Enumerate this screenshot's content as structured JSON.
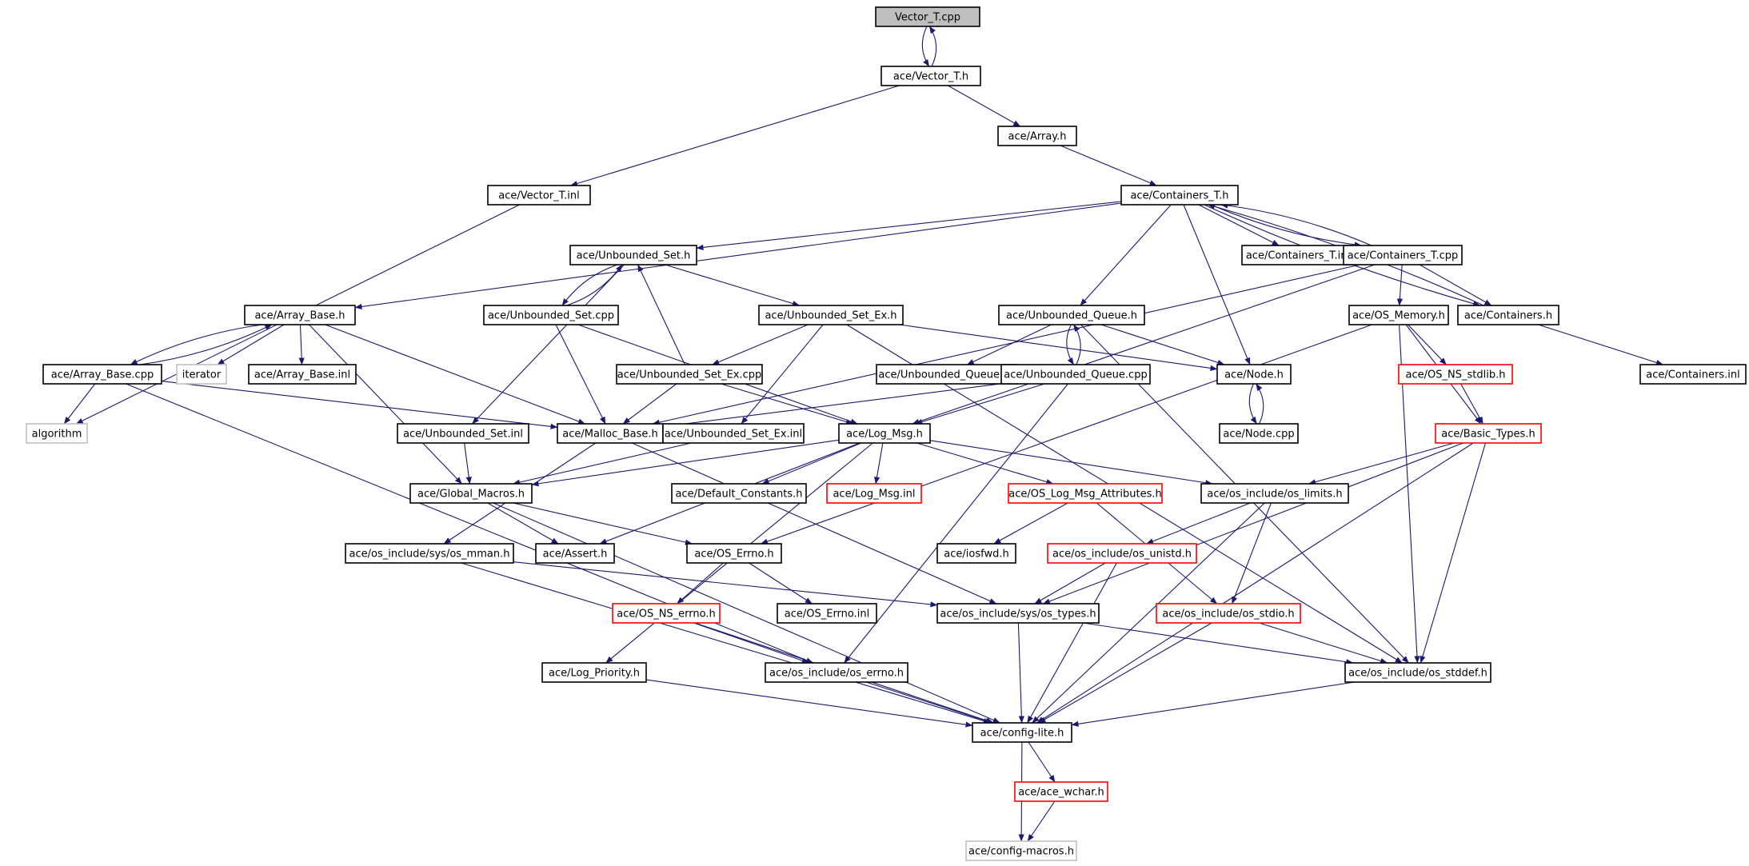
{
  "colors": {
    "edge": "#191970",
    "normal_border": "#000000",
    "missing_border": "#bfbfbf",
    "missing_text": "#808080",
    "truncated_border": "#ff0000",
    "root_fill": "#bfbfbf",
    "fill": "#ffffff"
  },
  "diagram": {
    "nodes": [
      {
        "id": "vector_t_cpp",
        "label": "Vector_T.cpp",
        "style": "root"
      },
      {
        "id": "vector_t_h",
        "label": "ace/Vector_T.h",
        "style": "normal"
      },
      {
        "id": "array_h",
        "label": "ace/Array.h",
        "style": "normal"
      },
      {
        "id": "vector_t_inl",
        "label": "ace/Vector_T.inl",
        "style": "normal"
      },
      {
        "id": "containers_t_h",
        "label": "ace/Containers_T.h",
        "style": "normal"
      },
      {
        "id": "unbounded_set_h",
        "label": "ace/Unbounded_Set.h",
        "style": "normal"
      },
      {
        "id": "containers_t_inl",
        "label": "ace/Containers_T.inl",
        "style": "normal"
      },
      {
        "id": "containers_t_cpp",
        "label": "ace/Containers_T.cpp",
        "style": "normal"
      },
      {
        "id": "array_base_h",
        "label": "ace/Array_Base.h",
        "style": "normal"
      },
      {
        "id": "unbounded_set_cpp",
        "label": "ace/Unbounded_Set.cpp",
        "style": "normal"
      },
      {
        "id": "unbounded_set_ex_h",
        "label": "ace/Unbounded_Set_Ex.h",
        "style": "normal"
      },
      {
        "id": "unbounded_queue_h",
        "label": "ace/Unbounded_Queue.h",
        "style": "normal"
      },
      {
        "id": "os_memory_h",
        "label": "ace/OS_Memory.h",
        "style": "normal"
      },
      {
        "id": "containers_h",
        "label": "ace/Containers.h",
        "style": "normal"
      },
      {
        "id": "array_base_cpp",
        "label": "ace/Array_Base.cpp",
        "style": "normal"
      },
      {
        "id": "iterator",
        "label": "iterator",
        "style": "missing"
      },
      {
        "id": "array_base_inl",
        "label": "ace/Array_Base.inl",
        "style": "normal"
      },
      {
        "id": "unbounded_set_ex_cpp",
        "label": "ace/Unbounded_Set_Ex.cpp",
        "style": "normal"
      },
      {
        "id": "unbounded_queue_inl",
        "label": "ace/Unbounded_Queue.inl",
        "style": "normal"
      },
      {
        "id": "unbounded_queue_cpp",
        "label": "ace/Unbounded_Queue.cpp",
        "style": "normal"
      },
      {
        "id": "node_h",
        "label": "ace/Node.h",
        "style": "normal"
      },
      {
        "id": "os_ns_stdlib_h",
        "label": "ace/OS_NS_stdlib.h",
        "style": "truncated"
      },
      {
        "id": "containers_inl",
        "label": "ace/Containers.inl",
        "style": "normal"
      },
      {
        "id": "algorithm",
        "label": "algorithm",
        "style": "missing"
      },
      {
        "id": "unbounded_set_inl",
        "label": "ace/Unbounded_Set.inl",
        "style": "normal"
      },
      {
        "id": "malloc_base_h",
        "label": "ace/Malloc_Base.h",
        "style": "normal"
      },
      {
        "id": "unbounded_set_ex_inl",
        "label": "ace/Unbounded_Set_Ex.inl",
        "style": "normal"
      },
      {
        "id": "log_msg_h",
        "label": "ace/Log_Msg.h",
        "style": "normal"
      },
      {
        "id": "node_cpp",
        "label": "ace/Node.cpp",
        "style": "normal"
      },
      {
        "id": "basic_types_h",
        "label": "ace/Basic_Types.h",
        "style": "truncated"
      },
      {
        "id": "global_macros_h",
        "label": "ace/Global_Macros.h",
        "style": "normal"
      },
      {
        "id": "default_constants_h",
        "label": "ace/Default_Constants.h",
        "style": "normal"
      },
      {
        "id": "log_msg_inl",
        "label": "ace/Log_Msg.inl",
        "style": "truncated"
      },
      {
        "id": "os_log_msg_attributes_h",
        "label": "ace/OS_Log_Msg_Attributes.h",
        "style": "truncated"
      },
      {
        "id": "os_limits_h",
        "label": "ace/os_include/os_limits.h",
        "style": "normal"
      },
      {
        "id": "sys_os_mman_h",
        "label": "ace/os_include/sys/os_mman.h",
        "style": "normal"
      },
      {
        "id": "assert_h",
        "label": "ace/Assert.h",
        "style": "normal"
      },
      {
        "id": "os_errno_h",
        "label": "ace/OS_Errno.h",
        "style": "normal"
      },
      {
        "id": "iosfwd_h",
        "label": "ace/iosfwd.h",
        "style": "normal"
      },
      {
        "id": "os_unistd_h",
        "label": "ace/os_include/os_unistd.h",
        "style": "truncated"
      },
      {
        "id": "os_ns_errno_h",
        "label": "ace/OS_NS_errno.h",
        "style": "truncated"
      },
      {
        "id": "os_errno_inl",
        "label": "ace/OS_Errno.inl",
        "style": "normal"
      },
      {
        "id": "sys_os_types_h",
        "label": "ace/os_include/sys/os_types.h",
        "style": "normal"
      },
      {
        "id": "os_stdio_h",
        "label": "ace/os_include/os_stdio.h",
        "style": "truncated"
      },
      {
        "id": "log_priority_h",
        "label": "ace/Log_Priority.h",
        "style": "normal"
      },
      {
        "id": "os_include_errno_h",
        "label": "ace/os_include/os_errno.h",
        "style": "normal"
      },
      {
        "id": "os_stddef_h",
        "label": "ace/os_include/os_stddef.h",
        "style": "normal"
      },
      {
        "id": "config_lite_h",
        "label": "ace/config-lite.h",
        "style": "normal"
      },
      {
        "id": "ace_wchar_h",
        "label": "ace/ace_wchar.h",
        "style": "truncated"
      },
      {
        "id": "config_macros_h",
        "label": "ace/config-macros.h",
        "style": "missing"
      }
    ],
    "edges": [
      [
        "vector_t_cpp",
        "vector_t_h"
      ],
      [
        "vector_t_h",
        "vector_t_cpp"
      ],
      [
        "vector_t_h",
        "array_h"
      ],
      [
        "vector_t_h",
        "vector_t_inl"
      ],
      [
        "array_h",
        "containers_t_h"
      ],
      [
        "vector_t_inl",
        "algorithm"
      ],
      [
        "containers_t_h",
        "unbounded_set_h"
      ],
      [
        "containers_t_h",
        "array_base_h"
      ],
      [
        "containers_t_h",
        "containers_t_inl"
      ],
      [
        "containers_t_h",
        "containers_t_cpp"
      ],
      [
        "containers_t_h",
        "unbounded_queue_h"
      ],
      [
        "containers_t_h",
        "node_h"
      ],
      [
        "containers_t_h",
        "containers_h"
      ],
      [
        "containers_t_cpp",
        "containers_t_h"
      ],
      [
        "containers_t_cpp",
        "os_memory_h"
      ],
      [
        "containers_t_cpp",
        "containers_h"
      ],
      [
        "containers_t_cpp",
        "malloc_base_h"
      ],
      [
        "containers_t_cpp",
        "log_msg_h"
      ],
      [
        "containers_h",
        "containers_t_h"
      ],
      [
        "containers_h",
        "containers_inl"
      ],
      [
        "unbounded_set_h",
        "unbounded_set_cpp"
      ],
      [
        "unbounded_set_h",
        "unbounded_set_ex_h"
      ],
      [
        "unbounded_set_h",
        "unbounded_set_inl"
      ],
      [
        "unbounded_set_cpp",
        "unbounded_set_h"
      ],
      [
        "unbounded_set_cpp",
        "malloc_base_h"
      ],
      [
        "unbounded_set_cpp",
        "log_msg_h"
      ],
      [
        "unbounded_set_ex_h",
        "unbounded_set_ex_cpp"
      ],
      [
        "unbounded_set_ex_h",
        "unbounded_set_ex_inl"
      ],
      [
        "unbounded_set_ex_h",
        "node_h"
      ],
      [
        "unbounded_set_ex_h",
        "os_stddef_h"
      ],
      [
        "unbounded_set_ex_cpp",
        "unbounded_set_h"
      ],
      [
        "unbounded_set_ex_cpp",
        "malloc_base_h"
      ],
      [
        "unbounded_set_ex_cpp",
        "log_msg_h"
      ],
      [
        "array_base_h",
        "array_base_cpp"
      ],
      [
        "array_base_h",
        "iterator"
      ],
      [
        "array_base_h",
        "array_base_inl"
      ],
      [
        "array_base_h",
        "malloc_base_h"
      ],
      [
        "array_base_h",
        "global_macros_h"
      ],
      [
        "array_base_cpp",
        "array_base_h"
      ],
      [
        "array_base_cpp",
        "algorithm"
      ],
      [
        "array_base_cpp",
        "malloc_base_h"
      ],
      [
        "array_base_cpp",
        "os_include_errno_h"
      ],
      [
        "unbounded_queue_h",
        "unbounded_queue_inl"
      ],
      [
        "unbounded_queue_h",
        "unbounded_queue_cpp"
      ],
      [
        "unbounded_queue_h",
        "node_h"
      ],
      [
        "unbounded_queue_h",
        "os_stddef_h"
      ],
      [
        "unbounded_queue_cpp",
        "unbounded_queue_h"
      ],
      [
        "unbounded_queue_cpp",
        "malloc_base_h"
      ],
      [
        "unbounded_queue_cpp",
        "log_msg_h"
      ],
      [
        "unbounded_queue_cpp",
        "os_include_errno_h"
      ],
      [
        "node_h",
        "node_cpp"
      ],
      [
        "node_cpp",
        "node_h"
      ],
      [
        "os_memory_h",
        "os_ns_stdlib_h"
      ],
      [
        "os_memory_h",
        "basic_types_h"
      ],
      [
        "os_memory_h",
        "os_errno_h"
      ],
      [
        "os_memory_h",
        "os_stddef_h"
      ],
      [
        "os_ns_stdlib_h",
        "basic_types_h"
      ],
      [
        "unbounded_set_inl",
        "global_macros_h"
      ],
      [
        "malloc_base_h",
        "sys_os_mman_h"
      ],
      [
        "malloc_base_h",
        "sys_os_types_h"
      ],
      [
        "unbounded_set_ex_inl",
        "global_macros_h"
      ],
      [
        "log_msg_h",
        "global_macros_h"
      ],
      [
        "log_msg_h",
        "default_constants_h"
      ],
      [
        "log_msg_h",
        "log_msg_inl"
      ],
      [
        "log_msg_h",
        "os_log_msg_attributes_h"
      ],
      [
        "log_msg_h",
        "os_limits_h"
      ],
      [
        "log_msg_h",
        "assert_h"
      ],
      [
        "log_msg_h",
        "log_priority_h"
      ],
      [
        "basic_types_h",
        "os_limits_h"
      ],
      [
        "basic_types_h",
        "sys_os_types_h"
      ],
      [
        "basic_types_h",
        "os_stddef_h"
      ],
      [
        "basic_types_h",
        "config_lite_h"
      ],
      [
        "global_macros_h",
        "assert_h"
      ],
      [
        "global_macros_h",
        "os_errno_h"
      ],
      [
        "global_macros_h",
        "config_lite_h"
      ],
      [
        "os_log_msg_attributes_h",
        "iosfwd_h"
      ],
      [
        "os_log_msg_attributes_h",
        "os_stdio_h"
      ],
      [
        "os_limits_h",
        "os_unistd_h"
      ],
      [
        "os_limits_h",
        "os_stdio_h"
      ],
      [
        "os_limits_h",
        "config_lite_h"
      ],
      [
        "sys_os_mman_h",
        "sys_os_types_h"
      ],
      [
        "sys_os_mman_h",
        "config_lite_h"
      ],
      [
        "os_errno_h",
        "os_ns_errno_h"
      ],
      [
        "os_errno_h",
        "os_errno_inl"
      ],
      [
        "os_unistd_h",
        "sys_os_types_h"
      ],
      [
        "os_unistd_h",
        "config_lite_h"
      ],
      [
        "os_ns_errno_h",
        "os_include_errno_h"
      ],
      [
        "os_ns_errno_h",
        "config_lite_h"
      ],
      [
        "sys_os_types_h",
        "os_stddef_h"
      ],
      [
        "sys_os_types_h",
        "config_lite_h"
      ],
      [
        "os_stdio_h",
        "os_stddef_h"
      ],
      [
        "os_stdio_h",
        "config_lite_h"
      ],
      [
        "log_priority_h",
        "config_lite_h"
      ],
      [
        "os_include_errno_h",
        "config_lite_h"
      ],
      [
        "os_stddef_h",
        "config_lite_h"
      ],
      [
        "config_lite_h",
        "ace_wchar_h"
      ],
      [
        "config_lite_h",
        "config_macros_h"
      ],
      [
        "ace_wchar_h",
        "config_macros_h"
      ]
    ]
  }
}
